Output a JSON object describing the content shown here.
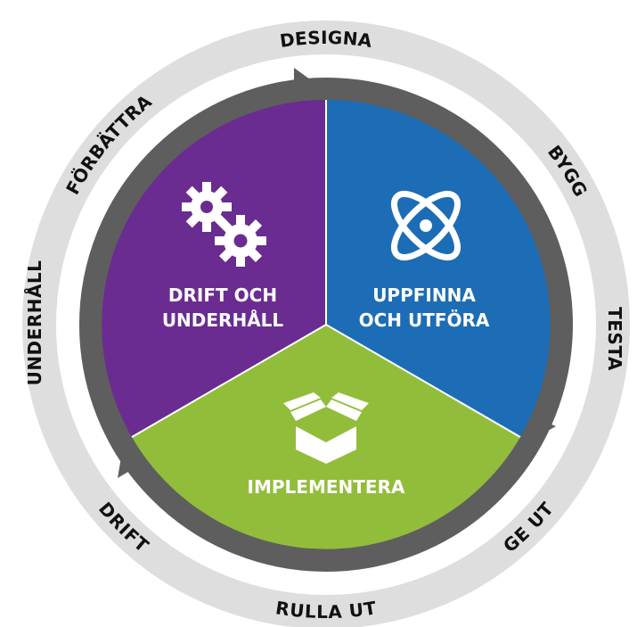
{
  "ring_labels": {
    "designa": "DESIGNA",
    "bygg": "BYGG",
    "testa": "TESTA",
    "ge_ut": "GE UT",
    "rulla_ut": "RULLA UT",
    "drift": "DRIFT",
    "underhall": "UNDERHÅLL",
    "forbattra": "FÖRBÄTTRA"
  },
  "segments": {
    "drift_och_underhall": {
      "line1": "DRIFT OCH",
      "line2": "UNDERHÅLL",
      "icon": "gears-icon",
      "color": "#6a2c91"
    },
    "uppfinna_och_utfora": {
      "line1": "UPPFINNA",
      "line2": "OCH UTFÖRA",
      "icon": "atom-icon",
      "color": "#1c6db5"
    },
    "implementera": {
      "line1": "IMPLEMENTERA",
      "icon": "open-box-icon",
      "color": "#92bd3a"
    }
  },
  "colors": {
    "outer_ring": "#dedede",
    "arrow_ring": "#5e5e5e",
    "label_text": "#111111"
  }
}
